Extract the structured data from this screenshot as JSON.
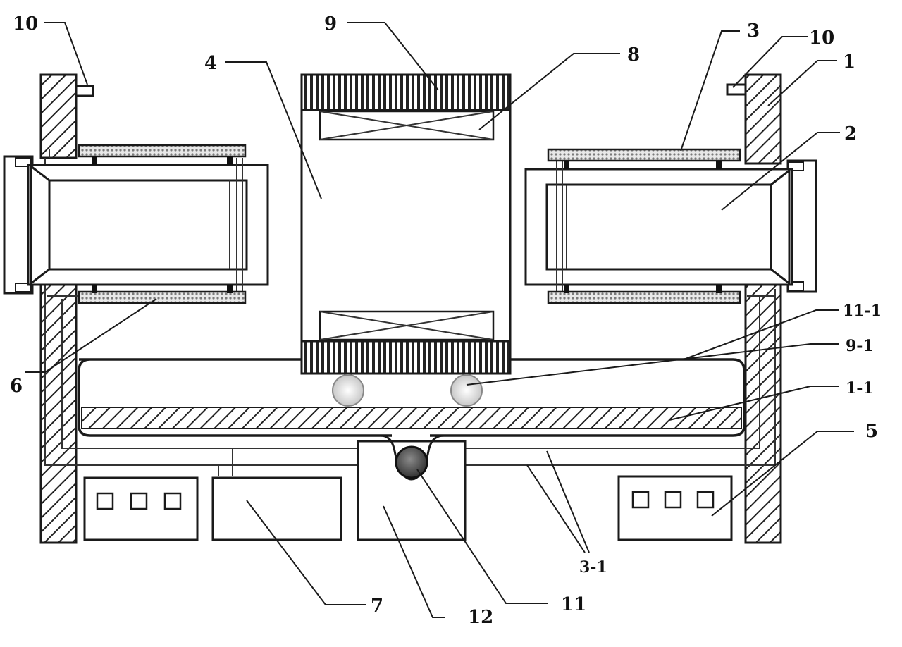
{
  "labels": {
    "n1": "1",
    "n2": "2",
    "n3": "3",
    "n4": "4",
    "n5": "5",
    "n6": "6",
    "n7": "7",
    "n8": "8",
    "n9": "9",
    "n10_left": "10",
    "n10_right": "10",
    "n11": "11",
    "n12": "12",
    "n11_1": "11-1",
    "n9_1": "9-1",
    "n1_1": "1-1",
    "n3_1": "3-1"
  }
}
